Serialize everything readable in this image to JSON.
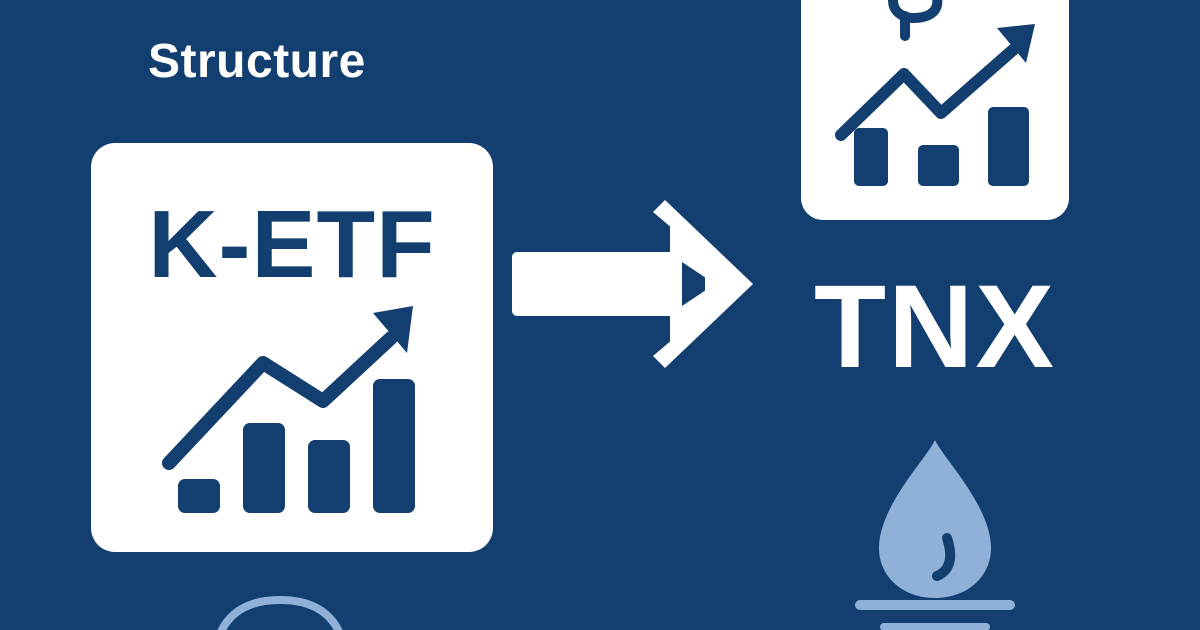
{
  "heading": "Structure",
  "left_card": {
    "label": "K-ETF",
    "icon": "chart-up-icon"
  },
  "arrow_icon": "arrow-right-icon",
  "right_label": "TNX",
  "top_right_card": {
    "icons": [
      "dollar-icon",
      "chart-up-icon"
    ]
  },
  "bottom_icons": [
    "water-drop-icon",
    "circle-icon"
  ],
  "colors": {
    "background": "#123f70",
    "card": "#ffffff",
    "accent": "#123f70",
    "drop": "#8fb1d8"
  }
}
